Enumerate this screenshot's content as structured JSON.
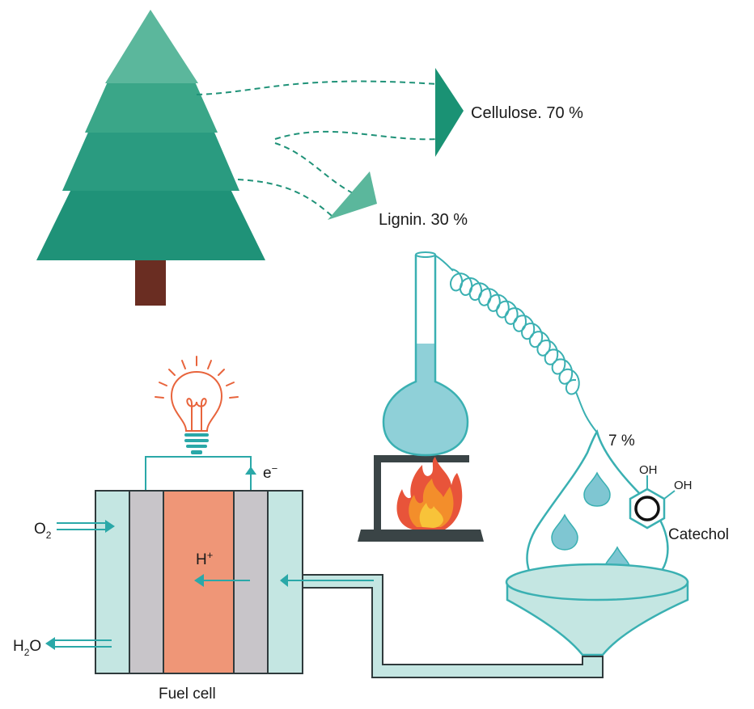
{
  "labels": {
    "cellulose": "Cellulose. 70 %",
    "lignin": "Lignin. 30 %",
    "yield": "7 %",
    "catechol": "Catechol",
    "oh_top": "OH",
    "oh_right": "OH",
    "electron_base": "e",
    "electron_sup": "−",
    "proton_base": "H",
    "proton_sup": "+",
    "oxygen_base": "O",
    "oxygen_sub": "2",
    "water_base": "H",
    "water_sub": "2",
    "water_end": "O",
    "fuel_cell": "Fuel cell"
  },
  "colors": {
    "tree_light": "#5bb79c",
    "tree_mid": "#3aa688",
    "tree_dark": "#1f9278",
    "trunk": "#6a2d22",
    "teal_line": "#2aa8a8",
    "glass_fill": "#8fd0d8",
    "cell_fill": "#c4e6e2",
    "membrane_fill": "#ef9677",
    "electrode_fill": "#c8c5c9",
    "stand": "#3a4446",
    "bulb": "#e8643c"
  },
  "icons": [
    "tree-icon",
    "lightbulb-icon",
    "flame-icon",
    "flask-icon",
    "benzene-ring-icon"
  ]
}
